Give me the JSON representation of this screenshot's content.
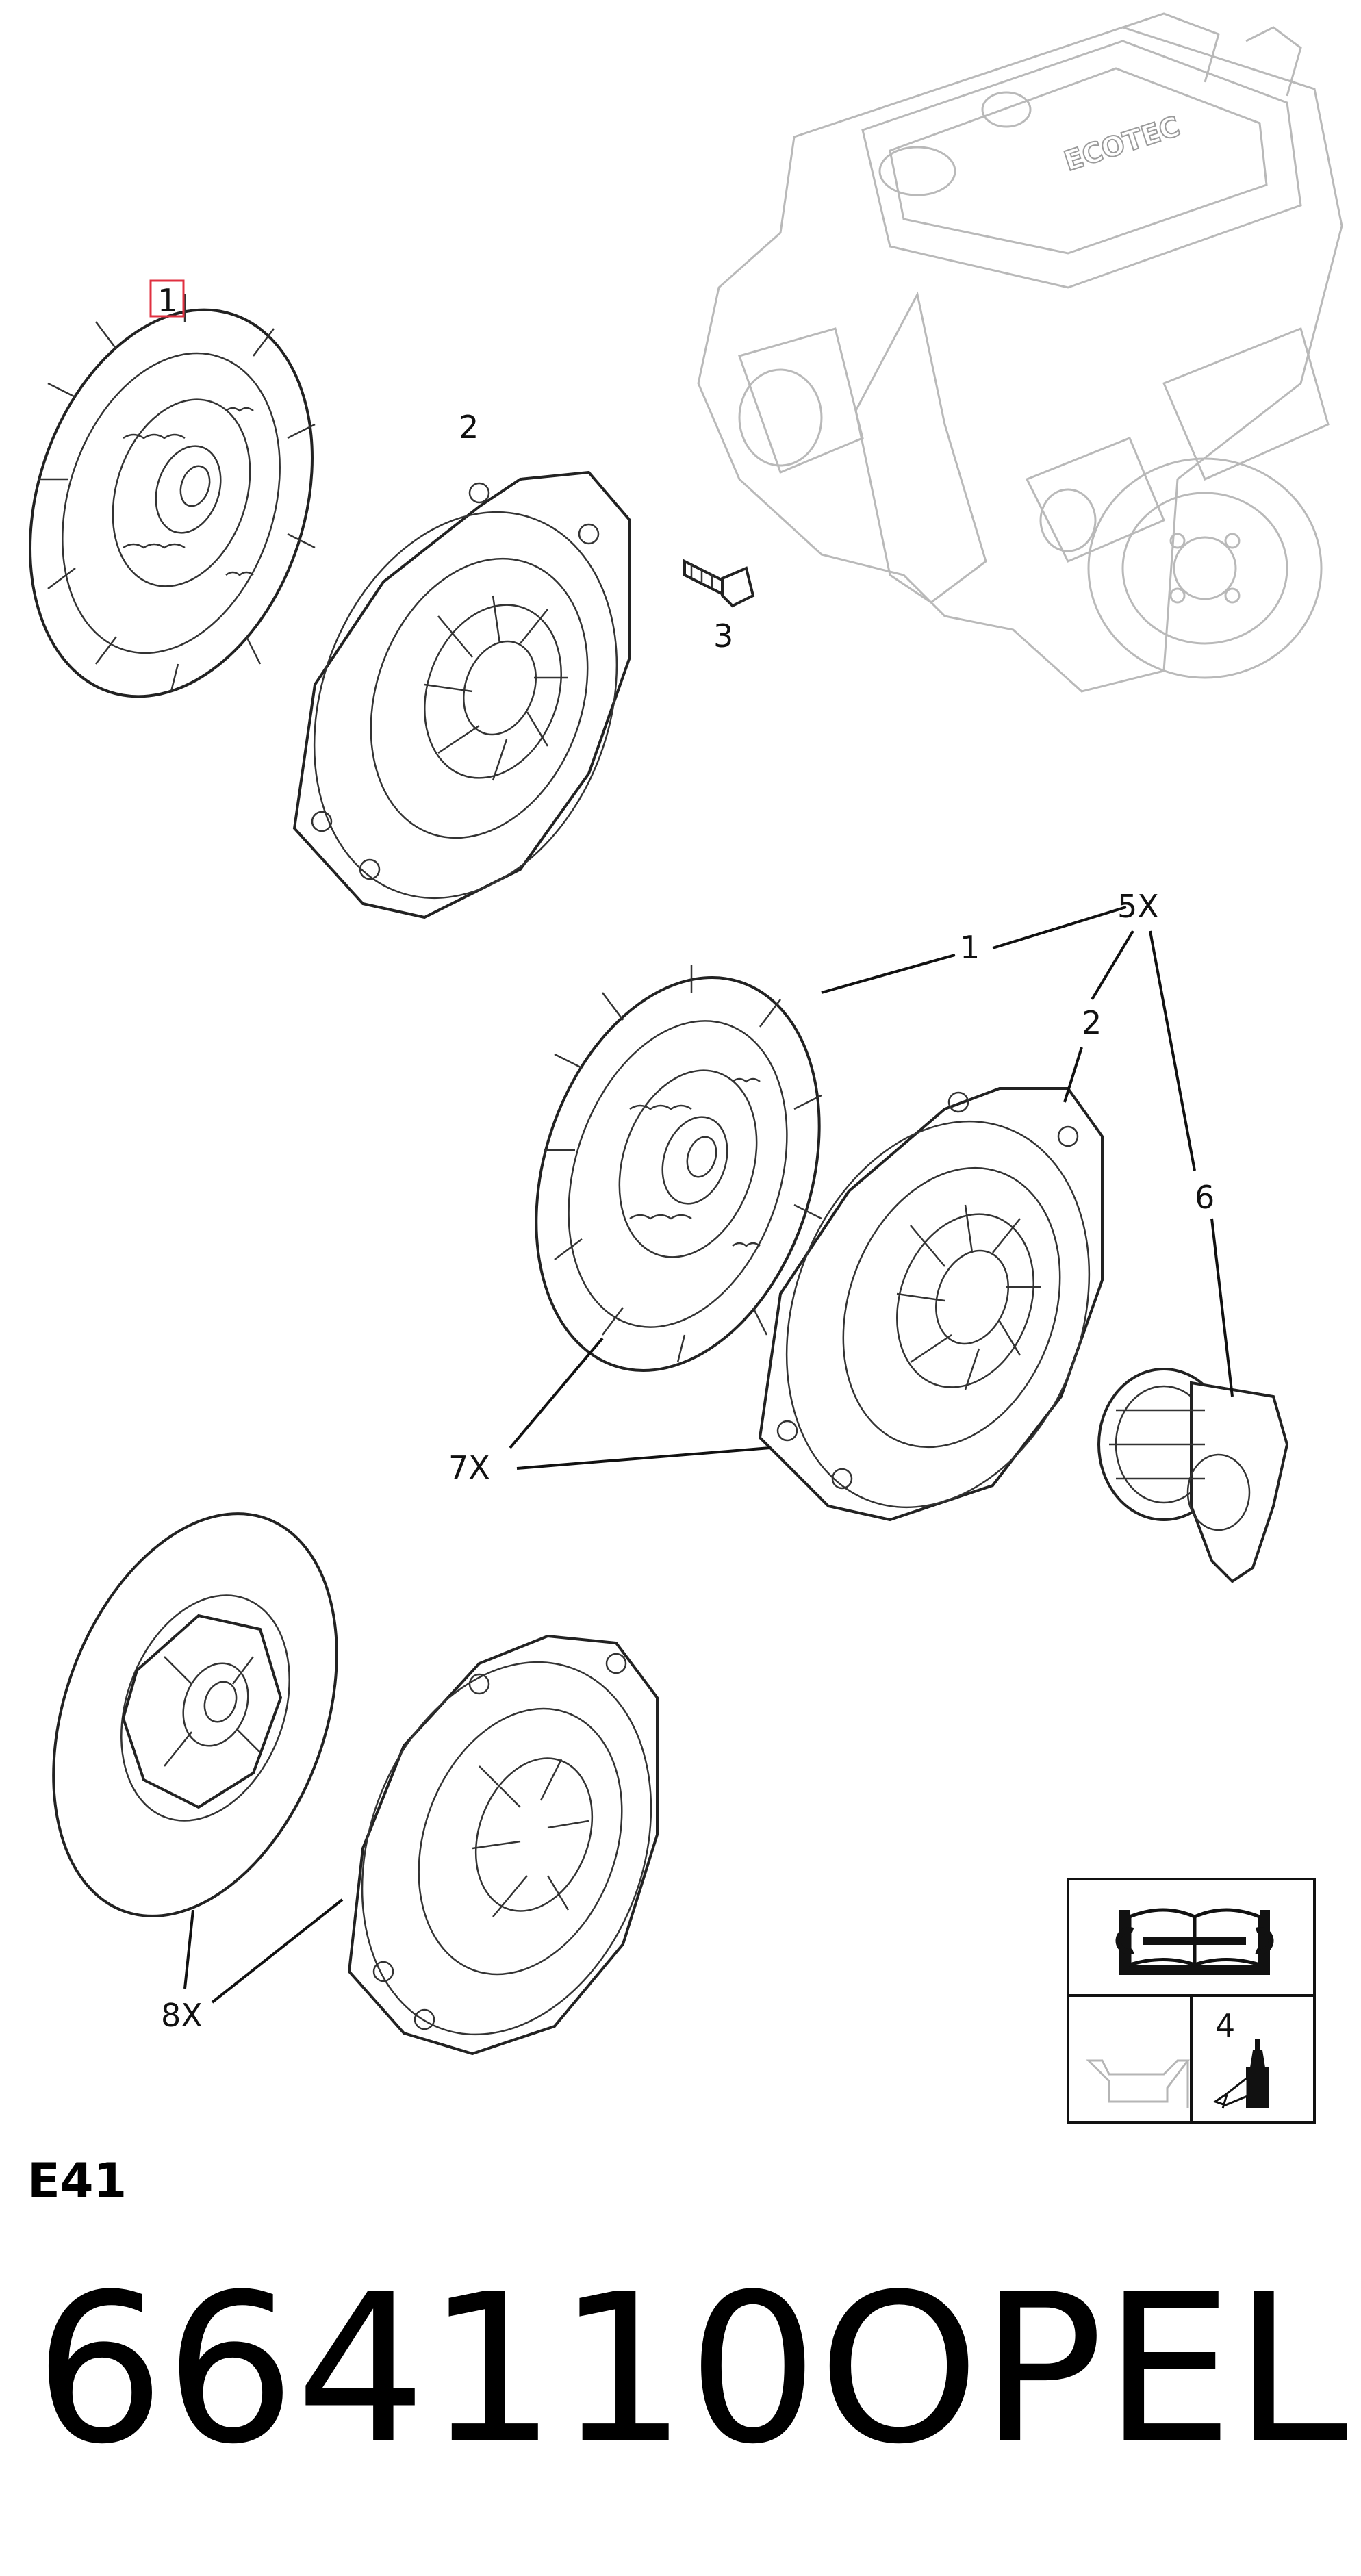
{
  "callouts": {
    "c1_top": "1",
    "c2_top": "2",
    "c3": "3",
    "c5x": "5X",
    "c1_mid": "1",
    "c2_mid": "2",
    "c6": "6",
    "c7x": "7X",
    "c8x": "8X",
    "c4": "4"
  },
  "engine_badge": "ECOTEC",
  "section_code": "E41",
  "part_number": "664110",
  "brand": "OPEL",
  "colors": {
    "ink": "#111111",
    "ghost": "#b9b9b9",
    "highlight": "#e03040"
  },
  "legend_icons": [
    "manual-wrench-icon",
    "oil-can-icon",
    "sealant-tube-icon"
  ]
}
